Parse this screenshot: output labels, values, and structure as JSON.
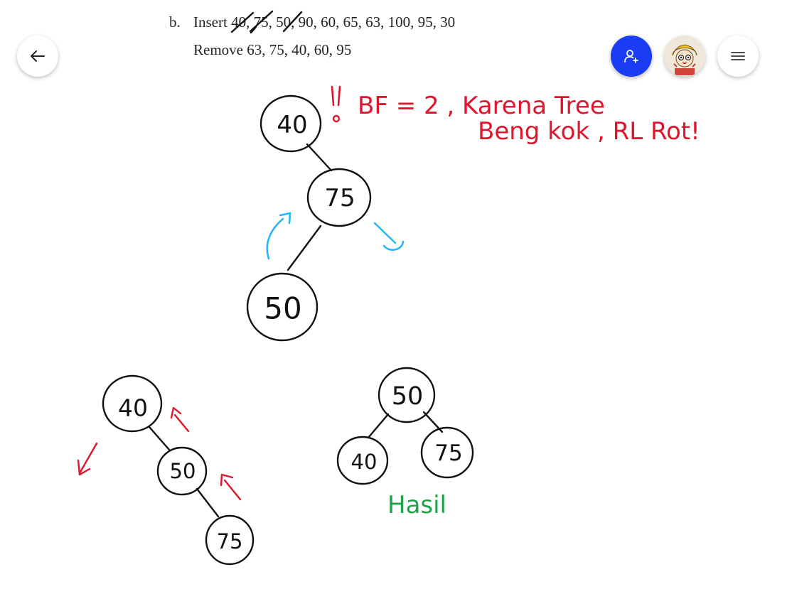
{
  "document": {
    "item_label": "b.",
    "insert_line": "Insert 40, 75, 50, 90, 60, 65, 63, 100, 95, 30",
    "remove_line": "Remove 63, 75, 40, 60, 95"
  },
  "toolbar": {
    "back_icon": "arrow-left-icon",
    "share_icon": "add-person-icon",
    "menu_icon": "hamburger-menu-icon",
    "accent_color": "#1a3cf5"
  },
  "annotations": {
    "note_line_1": "BF = 2 ,  Karena Tree",
    "note_line_2": "Beng kok , RL Rot!",
    "result_label": "Hasil",
    "red_color": "#e0142a",
    "blue_color": "#29b6f6",
    "green_color": "#1ea34a"
  },
  "trees": {
    "unbalanced": [
      "40",
      "75",
      "50"
    ],
    "rotated": [
      "40",
      "50",
      "75"
    ],
    "result": [
      "50",
      "40",
      "75"
    ]
  }
}
